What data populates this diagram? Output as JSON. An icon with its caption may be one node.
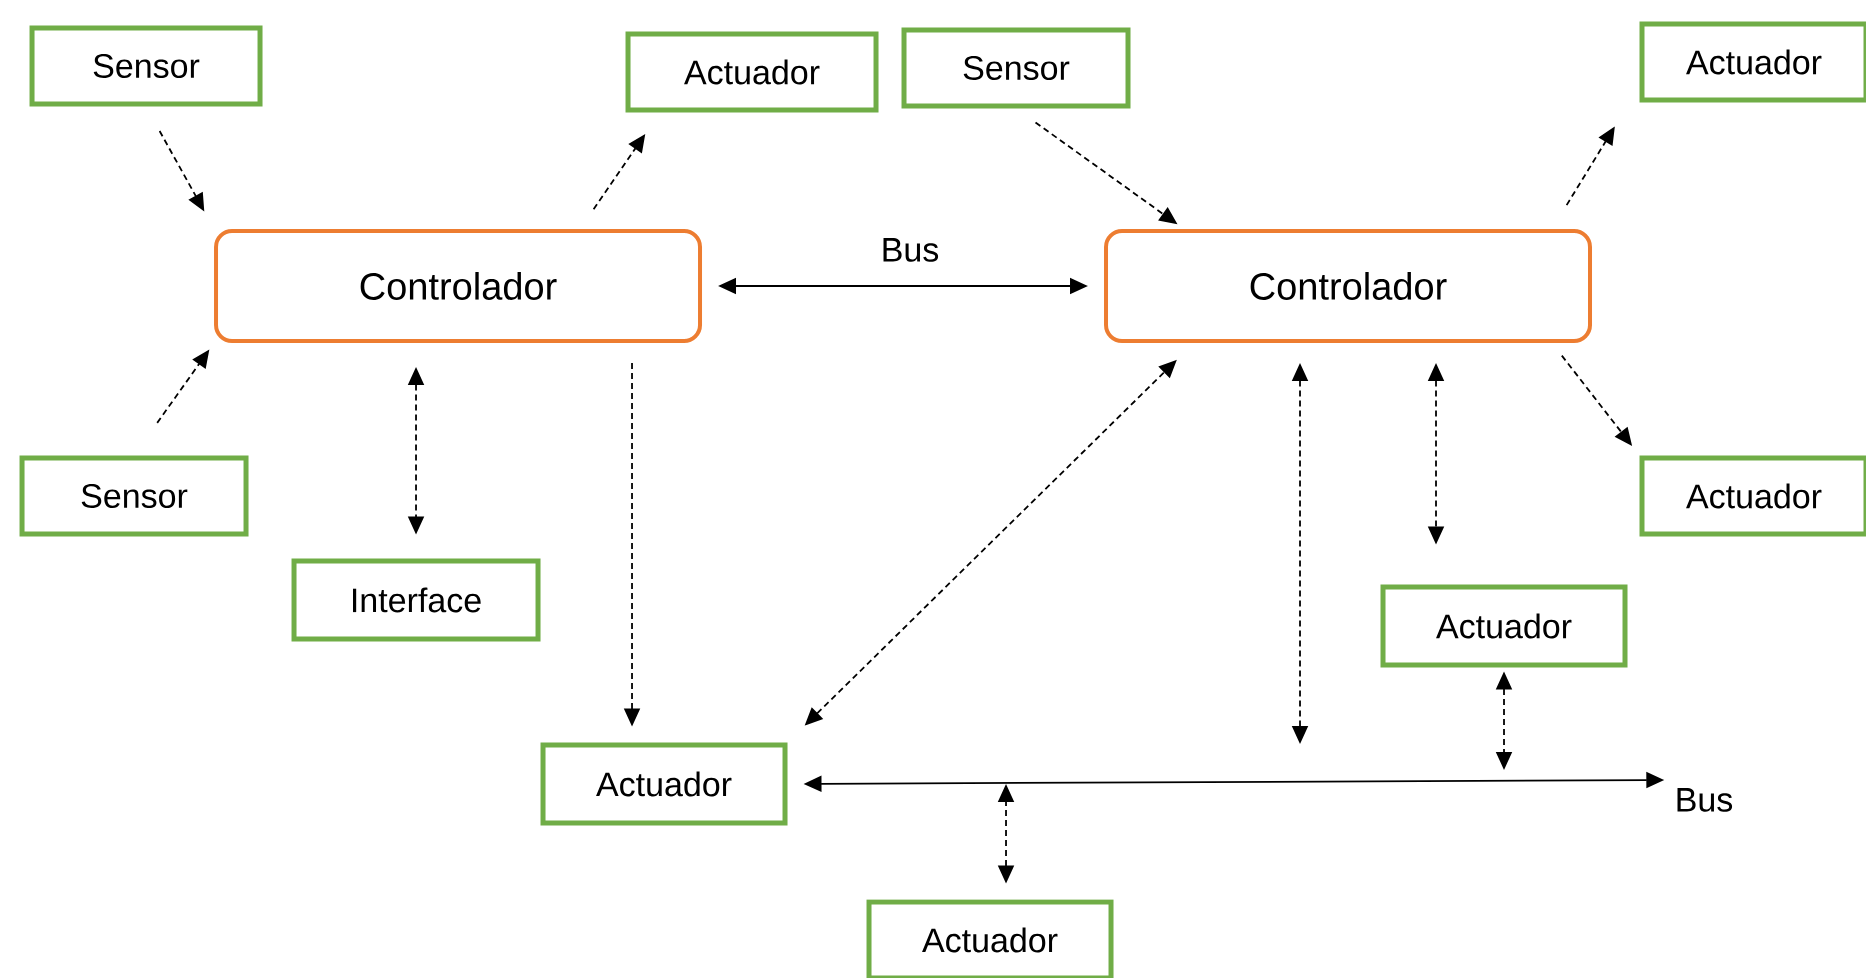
{
  "diagram": {
    "nodes": [
      {
        "text": [
          "Sensor"
        ]
      },
      {
        "text": [
          "Actuador"
        ]
      },
      {
        "text": [
          "Sensor"
        ]
      },
      {
        "text": [
          "Actuador"
        ]
      },
      {
        "text": [
          "Controlador"
        ]
      },
      {
        "text": [
          "Controlador"
        ]
      },
      {
        "text": [
          "Sensor"
        ]
      },
      {
        "text": [
          "Interface"
        ]
      },
      {
        "text": [
          "Actuador"
        ]
      },
      {
        "text": [
          "Actuador"
        ]
      },
      {
        "text": [
          "Actuador"
        ]
      },
      {
        "text": [
          "Actuador"
        ]
      },
      {
        "text": [
          "Bus"
        ]
      }
    ],
    "edges": [
      {
        "from": 0,
        "to": 4,
        "arrow": "to",
        "style": "dashed"
      },
      {
        "from": 6,
        "to": 4,
        "arrow": "to",
        "style": "dashed"
      },
      {
        "from": 4,
        "to": 1,
        "arrow": "to",
        "style": "dashed"
      },
      {
        "from": 4,
        "to": 7,
        "arrow": "both",
        "style": "dashed"
      },
      {
        "from": 4,
        "to": 10,
        "arrow": "to",
        "style": "dashed"
      },
      {
        "from": 10,
        "to": 5,
        "arrow": "both",
        "style": "dashed"
      },
      {
        "from": 4,
        "to": 5,
        "arrow": "both",
        "label": "Bus"
      },
      {
        "from": 2,
        "to": 5,
        "arrow": "to",
        "style": "dashed"
      },
      {
        "from": 5,
        "to": 3,
        "arrow": "to",
        "style": "dashed"
      },
      {
        "from": 5,
        "to": 8,
        "arrow": "to",
        "style": "dashed"
      },
      {
        "from": 5,
        "to": 9,
        "arrow": "both",
        "style": "dashed"
      },
      {
        "from": 5,
        "to": null,
        "arrow": "both",
        "style": "dashed"
      },
      {
        "from": 9,
        "to": null,
        "arrow": "both",
        "style": "dashed"
      },
      {
        "from": 11,
        "to": null,
        "arrow": "both",
        "style": "dashed"
      },
      {
        "from": 10,
        "to": 12,
        "arrow": "both"
      }
    ]
  }
}
